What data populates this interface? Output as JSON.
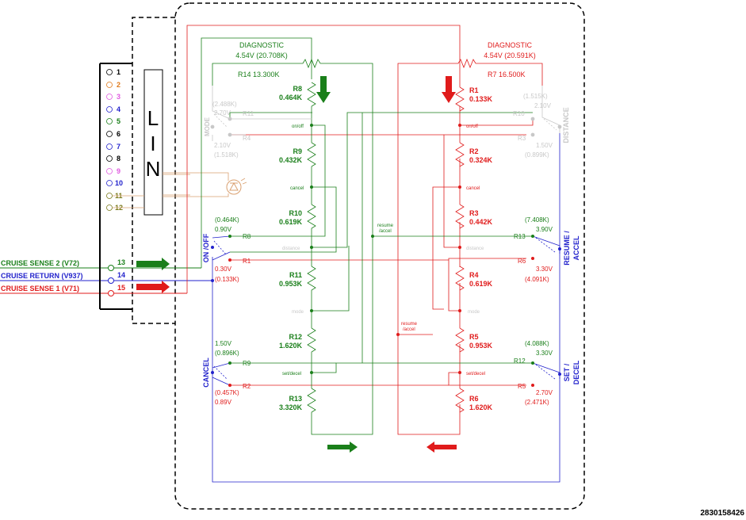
{
  "colors": {
    "green": "#1a7f1a",
    "red": "#e01b1b",
    "blue": "#2222cc",
    "grey": "#c8c8c8",
    "black": "#000000",
    "orange": "#e07a1b",
    "pink": "#e05be0",
    "olive": "#7a7a1b",
    "peach": "#d9a070"
  },
  "connector": {
    "label_l": "L",
    "label_i": "I",
    "label_n": "N",
    "pins": [
      "1",
      "2",
      "3",
      "4",
      "5",
      "6",
      "7",
      "8",
      "9",
      "10",
      "11",
      "12"
    ]
  },
  "left_inputs": {
    "sense2": {
      "label": "CRUISE SENSE  2 (V72)",
      "pin": "13"
    },
    "ret": {
      "label": "CRUISE RETURN (V937)",
      "pin": "14"
    },
    "sense1": {
      "label": "CRUISE SENSE  1 (V71)",
      "pin": "15"
    }
  },
  "green_net": {
    "diag_title": "DIAGNOSTIC",
    "diag_value": "4.54V (20.708K)",
    "r14": "R14  13.300K",
    "resistors": [
      {
        "name": "R8",
        "value": "0.464K"
      },
      {
        "name": "R9",
        "value": "0.432K"
      },
      {
        "name": "R10",
        "value": "0.619K"
      },
      {
        "name": "R11",
        "value": "0.953K"
      },
      {
        "name": "R12",
        "value": "1.620K"
      },
      {
        "name": "R13",
        "value": "3.320K"
      }
    ]
  },
  "red_net": {
    "diag_title": "DIAGNOSTIC",
    "diag_value": "4.54V (20.591K)",
    "r7": "R7  16.500K",
    "resistors": [
      {
        "name": "R1",
        "value": "0.133K"
      },
      {
        "name": "R2",
        "value": "0.324K"
      },
      {
        "name": "R3",
        "value": "0.442K"
      },
      {
        "name": "R4",
        "value": "0.619K"
      },
      {
        "name": "R5",
        "value": "0.953K"
      },
      {
        "name": "R6",
        "value": "1.620K"
      }
    ]
  },
  "taps": {
    "onoff": "on/off",
    "cancel": "cancel",
    "distance": "distance",
    "mode": "mode",
    "setdecel": "set/decel",
    "resume1": "resume",
    "resume2": "/accel"
  },
  "left_switches": {
    "mode": {
      "name": "MODE",
      "v_top": "(2.488K)",
      "v_top2": "2.70V",
      "r_top": "R11",
      "r_bot": "R4",
      "v_bot": "2.10V",
      "v_bot2": "(1.518K)"
    },
    "onoff": {
      "name": "ON /OFF",
      "v_top": "(0.464K)",
      "v_top2": "0.90V",
      "r_top": "R8",
      "r_bot": "R1",
      "v_bot": "0.30V",
      "v_bot2": "(0.133K)"
    },
    "cancel": {
      "name": "CANCEL",
      "v_top": "1.50V",
      "v_top2": "(0.896K)",
      "r_top": "R9",
      "r_bot": "R2",
      "v_bot": "(0.457K)",
      "v_bot2": "0.89V"
    }
  },
  "right_switches": {
    "distance": {
      "name": "DISTANCE",
      "v_top": "(1.515K)",
      "v_top2": "2.10V",
      "r_top": "R10",
      "r_bot": "R3",
      "v_bot": "1.50V",
      "v_bot2": "(0.899K)"
    },
    "resume": {
      "name1": "RESUME /",
      "name2": "ACCEL",
      "v_top": "(7.408K)",
      "v_top2": "3.90V",
      "r_top": "R13",
      "r_bot": "R6",
      "v_bot": "3.30V",
      "v_bot2": "(4.091K)"
    },
    "set": {
      "name1": "SET /",
      "name2": "DECEL",
      "v_top": "(4.088K)",
      "v_top2": "3.30V",
      "r_top": "R12",
      "r_bot": "R5",
      "v_bot": "2.70V",
      "v_bot2": "(2.471K)"
    }
  },
  "doc_number": "2830158426"
}
